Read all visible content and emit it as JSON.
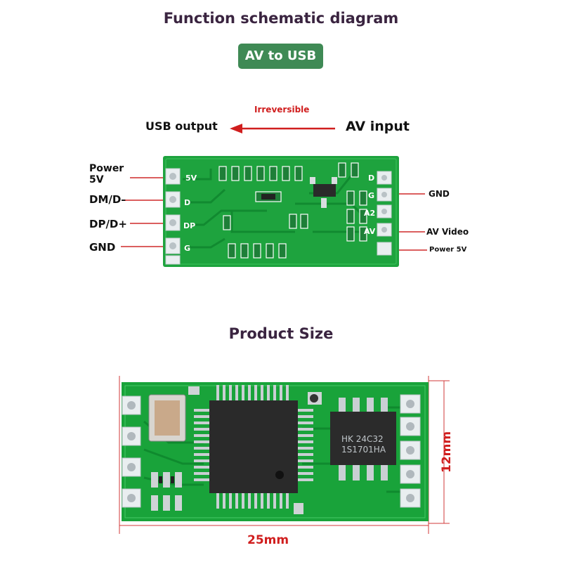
{
  "title": "Function schematic diagram",
  "badge": "AV to USB",
  "flow": {
    "note": "Irreversible",
    "output_label": "USB output",
    "input_label": "AV input"
  },
  "left_pins": {
    "power_line1": "Power",
    "power_line2": "5V",
    "dm": "DM/D–",
    "dp": "DP/D+",
    "gnd": "GND"
  },
  "right_pins": {
    "gnd": "GND",
    "av_video": "AV Video",
    "power": "Power 5V"
  },
  "silkscreen": {
    "left": [
      "5V",
      "D",
      "DP",
      "G"
    ],
    "right": [
      "D",
      "G",
      "A2",
      "AV"
    ]
  },
  "size_section": {
    "title": "Product Size",
    "width": "25mm",
    "height": "12mm",
    "chip_line1": "HK 24C32",
    "chip_line2": "1S1701HA"
  },
  "colors": {
    "pcb_green": "#19a33a",
    "pin_line": "#cf2a2a",
    "badge_green": "#3f8a55",
    "title_color": "#3a2440"
  }
}
